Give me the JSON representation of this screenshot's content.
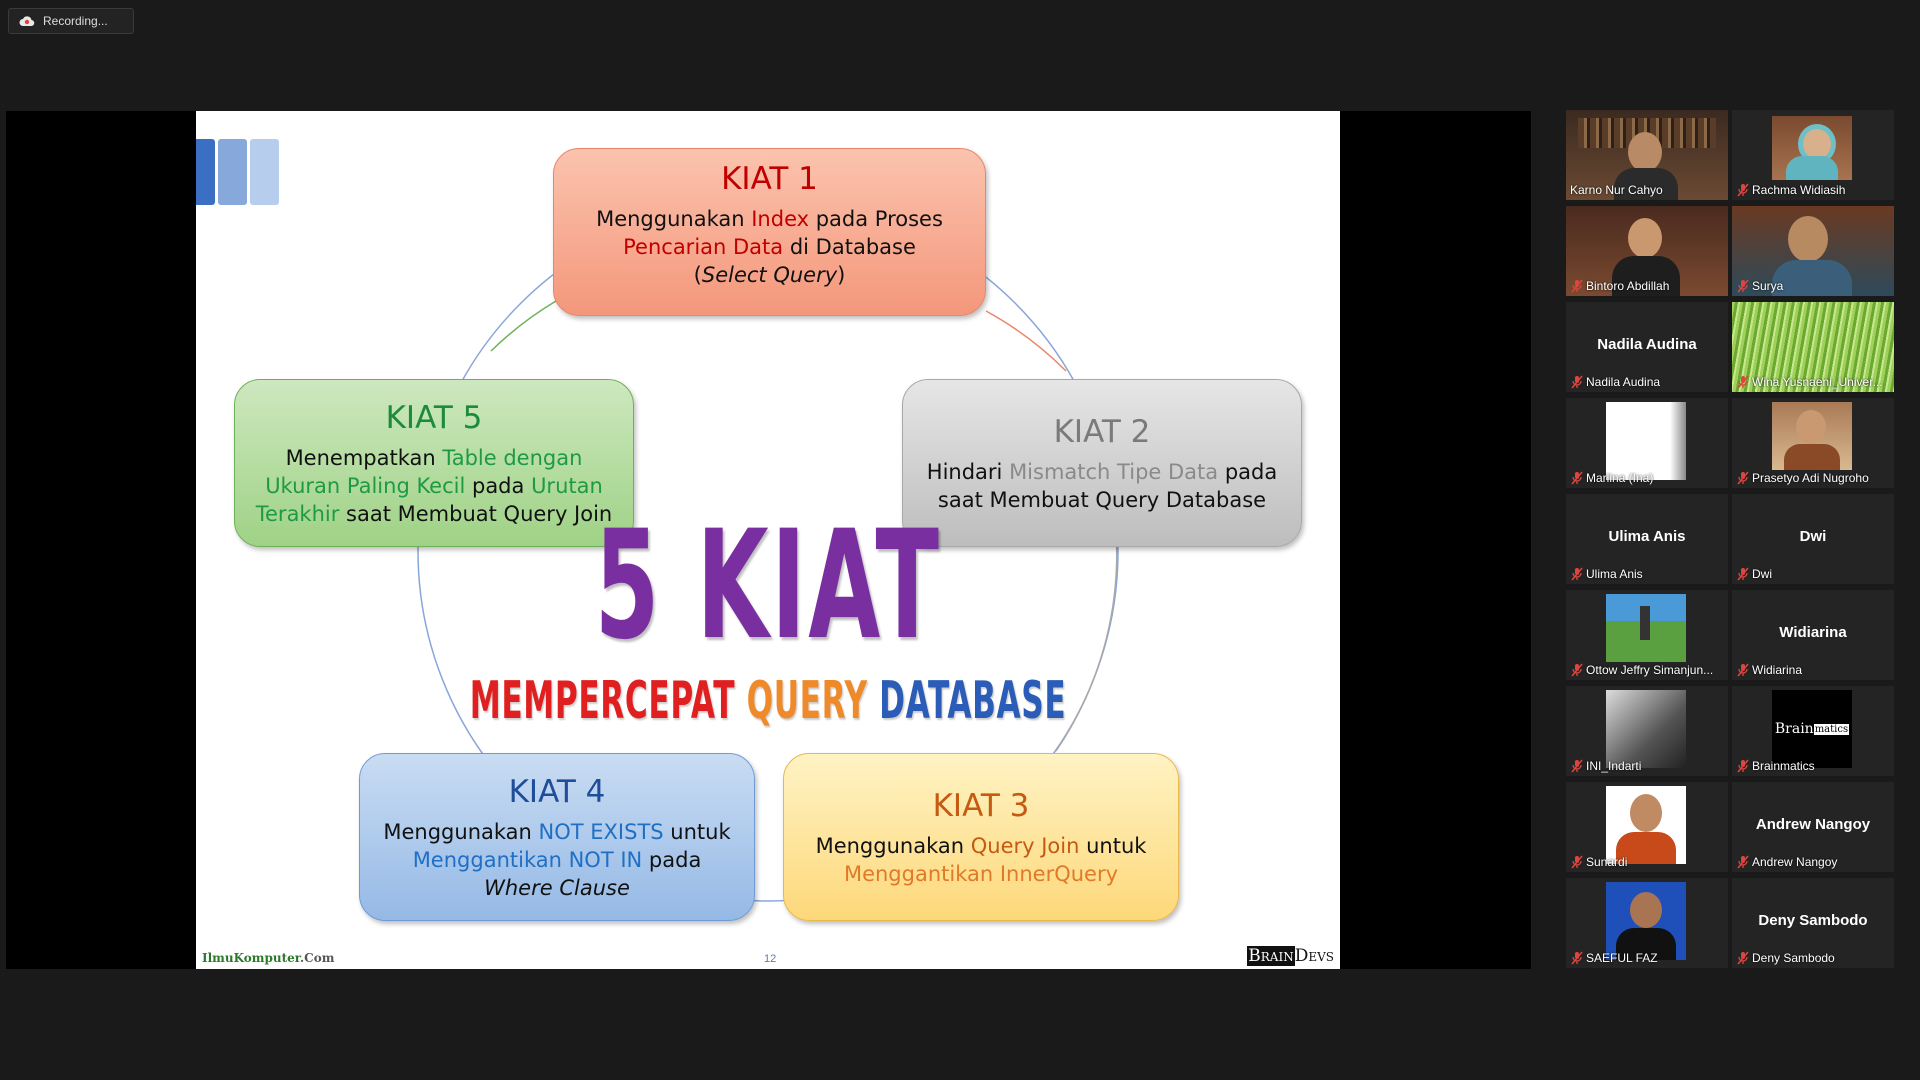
{
  "recording": {
    "label": "Recording..."
  },
  "slide": {
    "kiat1": {
      "title": "KIAT 1",
      "l1a": "Menggunakan ",
      "l1b": "Index",
      "l1c": " pada Proses",
      "l2a": "Pencarian Data",
      "l2b": " di Database",
      "l3a": "(",
      "l3b": "Select Query",
      "l3c": ")"
    },
    "kiat2": {
      "title": "KIAT 2",
      "l1a": "Hindari ",
      "l1b": "Mismatch Tipe Data",
      "l1c": " pada",
      "l2": "saat Membuat Query Database"
    },
    "kiat3": {
      "title": "KIAT 3",
      "l1a": "Menggunakan ",
      "l1b": "Query Join",
      "l1c": " untuk",
      "l2": "Menggantikan InnerQuery"
    },
    "kiat4": {
      "title": "KIAT 4",
      "l1a": "Menggunakan ",
      "l1b": "NOT EXISTS",
      "l1c": " untuk",
      "l2a": "Menggantikan NOT IN",
      "l2b": " pada",
      "l3": "Where Clause"
    },
    "kiat5": {
      "title": "KIAT 5",
      "l1a": "Menempatkan ",
      "l1b": "Table dengan",
      "l2a": "Ukuran Paling Kecil",
      "l2b": " pada ",
      "l2c": "Urutan",
      "l3a": "Terakhir",
      "l3b": " saat Membuat Query Join"
    },
    "center_title": "5 KIAT",
    "center_sub1": "MEMPERCEPAT",
    "center_sub2": "QUERY",
    "center_sub3": "DATABASE",
    "footer_left_a": "IlmuKomputer",
    "footer_left_b": ".Com",
    "page_number": "12",
    "footer_right_a": "Brain",
    "footer_right_b": "Devs"
  },
  "participants": [
    {
      "name": "Karno Nur Cahyo",
      "video": true
    },
    {
      "name": "Rachma Widiasih",
      "video": true
    },
    {
      "name": "Bintoro Abdillah",
      "video": true
    },
    {
      "name": "Surya",
      "video": true
    },
    {
      "name": "Nadila Audina",
      "display": "Nadila Audina",
      "video": false
    },
    {
      "name": "Wina Yusnaeni_Univer...",
      "video": true
    },
    {
      "name": "Marlina (Ina)",
      "video": true
    },
    {
      "name": "Prasetyo Adi Nugroho",
      "video": true
    },
    {
      "name": "Ulima Anis",
      "display": "Ulima Anis",
      "video": false
    },
    {
      "name": "Dwi",
      "display": "Dwi",
      "video": false
    },
    {
      "name": "Ottow Jeffry Simanjun...",
      "video": true
    },
    {
      "name": "Widiarina",
      "display": "Widiarina",
      "video": false
    },
    {
      "name": "INI_Indarti",
      "video": true
    },
    {
      "name": "Brainmatics",
      "video": true,
      "logo_a": "Brain",
      "logo_b": "matics"
    },
    {
      "name": "Sunardi",
      "video": true
    },
    {
      "name": "Andrew Nangoy",
      "display": "Andrew Nangoy",
      "video": false
    },
    {
      "name": "SAEFUL FAZ",
      "video": true
    },
    {
      "name": "Deny Sambodo",
      "display": "Deny Sambodo",
      "video": false
    }
  ],
  "colors": {
    "accent_active": "#d7e56a",
    "muted_mic": "#e0443e"
  }
}
